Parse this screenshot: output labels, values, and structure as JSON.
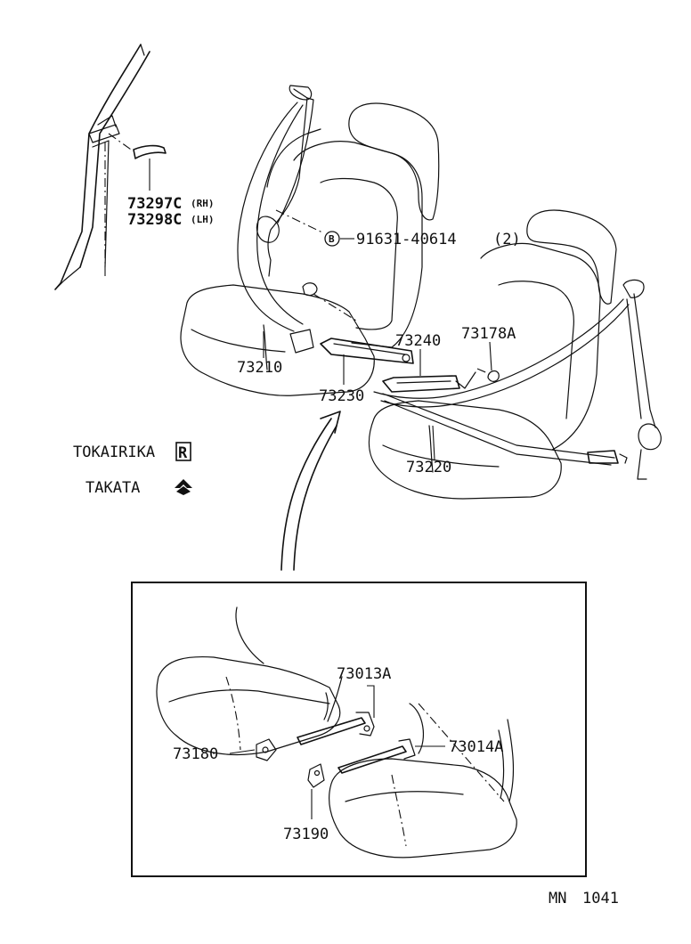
{
  "parts": {
    "p73297c": "73297C",
    "rh": "(RH)",
    "p73298c": "73298C",
    "lh": "(LH)",
    "bolt_marker": "B",
    "p91631": "91631-40614",
    "qty_91631": "(2)",
    "p73178a": "73178A",
    "p73240": "73240",
    "p73210": "73210",
    "p73230": "73230",
    "p73220": "73220",
    "p73013a": "73013A",
    "p73014a": "73014A",
    "p73180": "73180",
    "p73190": "73190"
  },
  "legend": {
    "tokairika": "TOKAIRIKA",
    "tokairika_symbol": "R",
    "takata": "TAKATA",
    "takata_symbol": "takata-bird-icon"
  },
  "footer": {
    "code": "MN",
    "number": "1041"
  }
}
